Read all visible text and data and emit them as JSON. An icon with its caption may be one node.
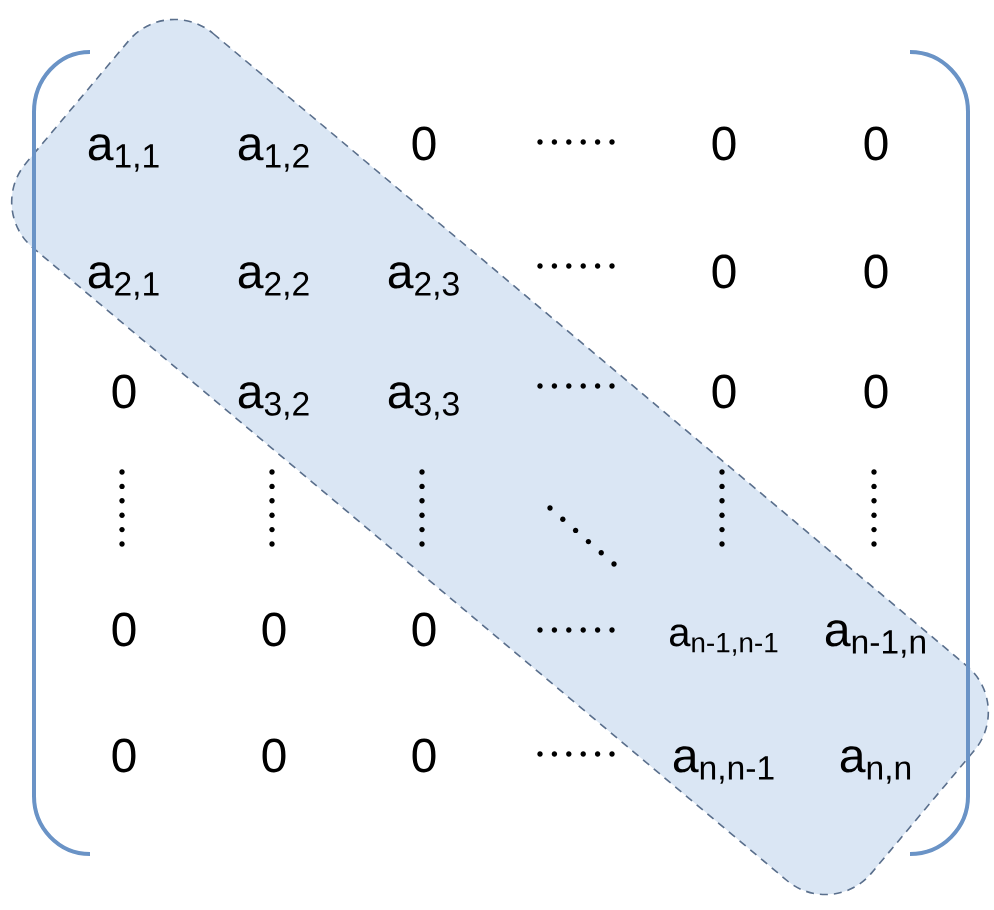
{
  "diagram": {
    "labels": [
      "a$_{1,1}$",
      "a$_{1,2}$",
      "0",
      "0",
      "0",
      "a$_{2,1}$",
      "a$_{2,2}$",
      "a$_{2,3}$",
      "0",
      "0",
      "0",
      "a$_{3,2}$",
      "a$_{3,3}$",
      "0",
      "0",
      "0",
      "0",
      "0",
      "a$_{n-1,n-1}$",
      "a$_{n-1,n}$",
      "0",
      "0",
      "0",
      "a$_{n,n-1}$",
      "a$_{n,n}$"
    ]
  }
}
